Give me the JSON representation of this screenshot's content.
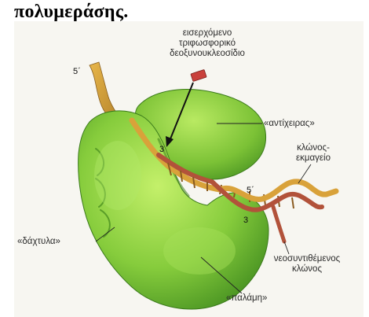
{
  "page": {
    "heading": "πολυμεράσης."
  },
  "diagram": {
    "labels": {
      "incoming_nucleotide": "εισερχόμενο\nτριφωσφορικό\nδεοξυνουκλεοσίδιο",
      "thumb": "«αντίχειρας»",
      "template_strand": "κλώνος-\nεκμαγείο",
      "fingers": "«δάχτυλα»",
      "new_strand": "νεοσυντιθέμενος\nκλώνος",
      "palm": "«παλάμη»"
    },
    "ends": {
      "top_left_5prime": "5΄",
      "right_5prime": "5΄",
      "right_3prime": "3",
      "inner_3prime": "3"
    },
    "colors": {
      "protein": "#86cc3c",
      "protein_shadow": "#4f9a22",
      "strand_template": "#d9a23a",
      "strand_new": "#b2523a",
      "nucleotide": "#c9413c"
    }
  }
}
